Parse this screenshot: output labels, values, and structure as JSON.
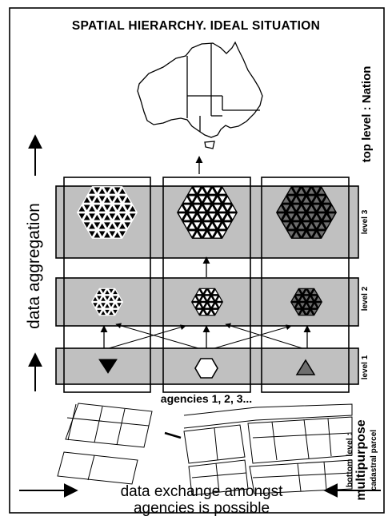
{
  "title": "SPATIAL HIERARCHY. IDEAL SITUATION",
  "top_level": "top level : Nation",
  "levels": [
    "level 3",
    "level 2",
    "level 1"
  ],
  "data_aggregation": "data aggregation",
  "agencies": "agencies 1, 2, 3...",
  "bottom_level": "bottom level :",
  "multipurpose": "multipurpose",
  "cadastral_parcel": "cadastral parcel",
  "exchange_line1": "data exchange amongst",
  "exchange_line2": "agencies is possible",
  "colors": {
    "panel_gray": "#c0c0c0",
    "dark_fill": "#000000",
    "mid_fill": "#6e6e6e",
    "light_fill": "#ffffff"
  }
}
